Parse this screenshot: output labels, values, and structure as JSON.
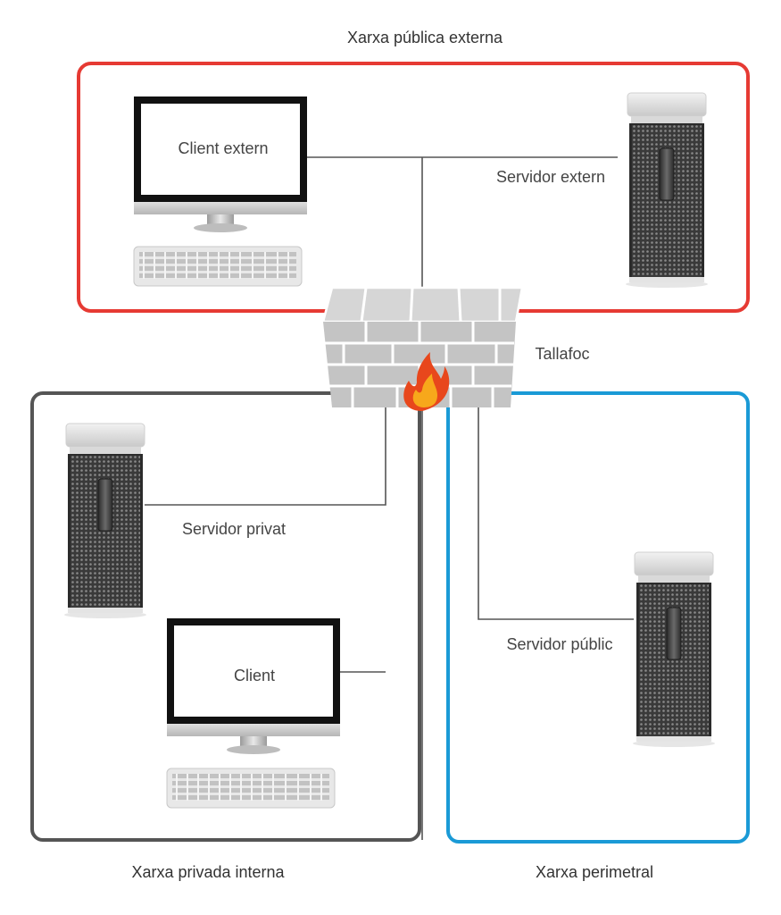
{
  "zones": {
    "external": {
      "label": "Xarxa pública externa",
      "color": "#e63a33"
    },
    "internal": {
      "label": "Xarxa privada interna",
      "color": "#555555"
    },
    "perimeter": {
      "label": "Xarxa perimetral",
      "color": "#1a9ad6"
    }
  },
  "devices": {
    "external_client": {
      "label": "Client extern",
      "icon": "desktop-computer-icon"
    },
    "external_server": {
      "label": "Servidor extern",
      "icon": "tower-server-icon"
    },
    "firewall": {
      "label": "Tallafoc",
      "icon": "brick-wall-fire-icon"
    },
    "private_server": {
      "label": "Servidor privat",
      "icon": "tower-server-icon"
    },
    "internal_client": {
      "label": "Client",
      "icon": "desktop-computer-icon"
    },
    "public_server": {
      "label": "Servidor públic",
      "icon": "tower-server-icon"
    }
  },
  "colors": {
    "wall": "#c4c4c4",
    "flame_outer": "#e8471c",
    "flame_inner": "#f7a81b"
  }
}
